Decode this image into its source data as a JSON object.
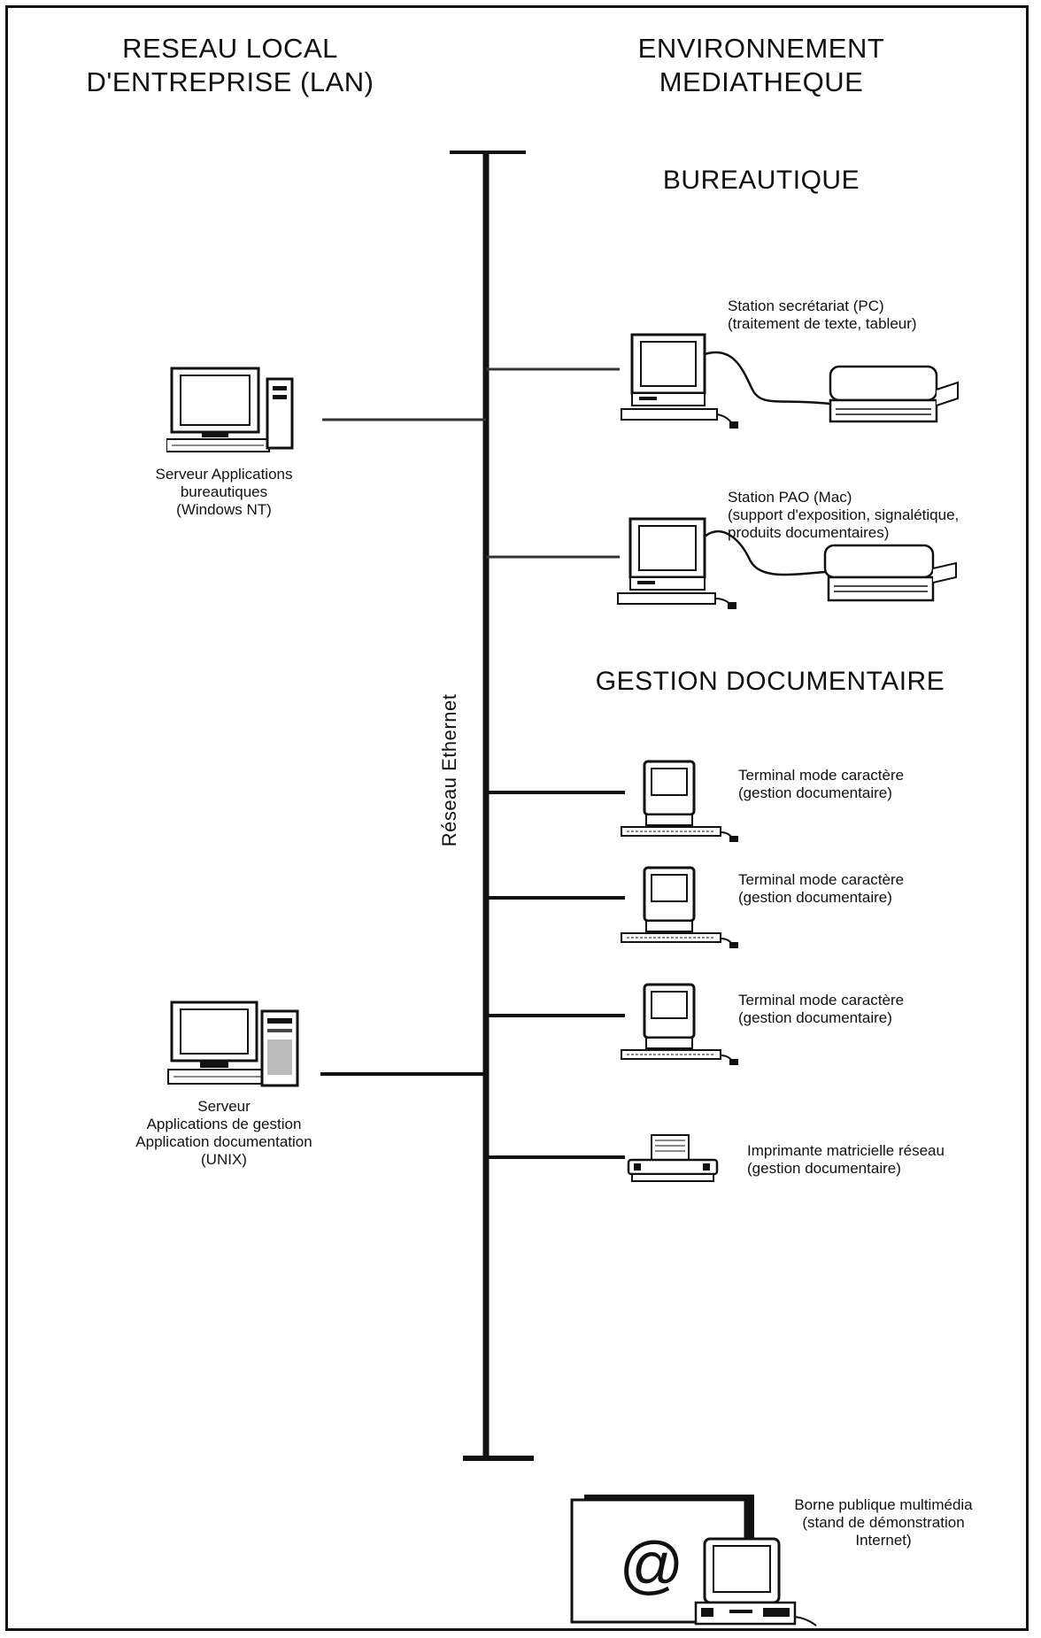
{
  "headers": {
    "lan": [
      "RESEAU LOCAL",
      "D'ENTREPRISE (LAN)"
    ],
    "mediatheque": [
      "ENVIRONNEMENT",
      "MEDIATHEQUE"
    ]
  },
  "sections": {
    "bureautique": "BUREAUTIQUE",
    "gestion": "GESTION DOCUMENTAIRE"
  },
  "network": {
    "label": "Réseau Ethernet"
  },
  "servers": {
    "office": [
      "Serveur Applications",
      "bureautiques",
      "(Windows NT)"
    ],
    "unix": [
      "Serveur",
      "Applications de gestion",
      "Application documentation",
      "(UNIX)"
    ]
  },
  "stations": {
    "secretariat": [
      "Station secrétariat (PC)",
      "(traitement de texte, tableur)"
    ],
    "pao": [
      "Station PAO (Mac)",
      "(support d'exposition, signalétique,",
      "produits documentaires)"
    ],
    "terminal_1": [
      "Terminal mode caractère",
      "(gestion documentaire)"
    ],
    "terminal_2": [
      "Terminal mode caractère",
      "(gestion documentaire)"
    ],
    "terminal_3": [
      "Terminal mode caractère",
      "(gestion documentaire)"
    ],
    "printer": [
      "Imprimante matricielle réseau",
      "(gestion documentaire)"
    ],
    "kiosk": [
      "Borne publique multimédia",
      "(stand de démonstration",
      "Internet)"
    ]
  },
  "kiosk_symbol": "@"
}
